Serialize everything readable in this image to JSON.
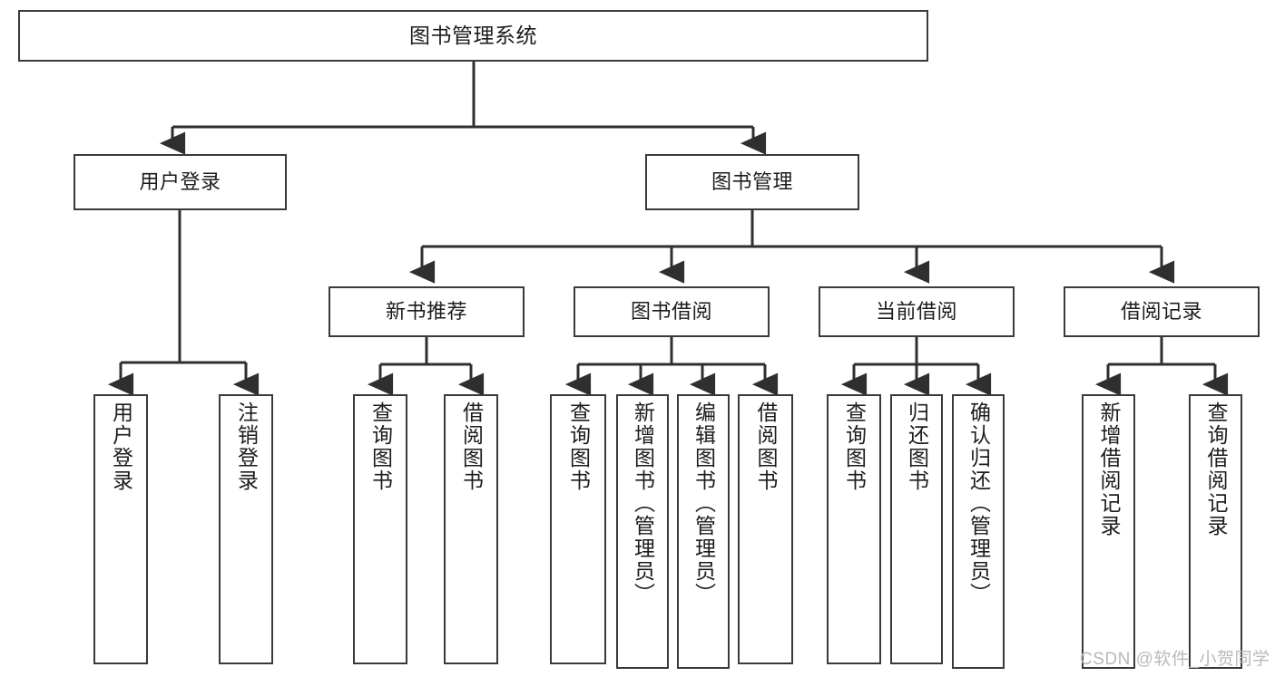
{
  "diagram": {
    "type": "tree-hierarchy-chart",
    "title": "图书管理系统",
    "orientation": "top-down",
    "colors": {
      "box_border": "#3a3a3a",
      "box_fill": "#ffffff",
      "connector": "#2f2f2f",
      "text": "#1c1c1c",
      "watermark": "#b9b9b9",
      "background": "#ffffff"
    },
    "nodes": {
      "root": {
        "id": "root",
        "label": "图书管理系统",
        "level": 0,
        "text_direction": "horizontal"
      },
      "level2": [
        {
          "id": "user-login",
          "label": "用户登录",
          "level": 1,
          "text_direction": "horizontal"
        },
        {
          "id": "book-management",
          "label": "图书管理",
          "level": 1,
          "text_direction": "horizontal"
        }
      ],
      "level3": [
        {
          "id": "new-book-recommend",
          "label": "新书推荐",
          "level": 2,
          "parent": "book-management",
          "text_direction": "horizontal"
        },
        {
          "id": "book-borrow",
          "label": "图书借阅",
          "level": 2,
          "parent": "book-management",
          "text_direction": "horizontal"
        },
        {
          "id": "current-borrow",
          "label": "当前借阅",
          "level": 2,
          "parent": "book-management",
          "text_direction": "horizontal"
        },
        {
          "id": "borrow-record",
          "label": "借阅记录",
          "level": 2,
          "parent": "book-management",
          "text_direction": "horizontal"
        }
      ],
      "leaves": [
        {
          "id": "leaf-user-login",
          "label": "用户登录",
          "parent": "user-login",
          "text_direction": "vertical"
        },
        {
          "id": "leaf-logout-login",
          "label": "注销登录",
          "parent": "user-login",
          "text_direction": "vertical"
        },
        {
          "id": "leaf-query-book-1",
          "label": "查询图书",
          "parent": "new-book-recommend",
          "text_direction": "vertical"
        },
        {
          "id": "leaf-borrow-book-1",
          "label": "借阅图书",
          "parent": "new-book-recommend",
          "text_direction": "vertical"
        },
        {
          "id": "leaf-query-book-2",
          "label": "查询图书",
          "parent": "book-borrow",
          "text_direction": "vertical"
        },
        {
          "id": "leaf-add-book-admin",
          "label": "新增图书（管理员）",
          "parent": "book-borrow",
          "text_direction": "vertical"
        },
        {
          "id": "leaf-edit-book-admin",
          "label": "编辑图书（管理员）",
          "parent": "book-borrow",
          "text_direction": "vertical"
        },
        {
          "id": "leaf-borrow-book-2",
          "label": "借阅图书",
          "parent": "book-borrow",
          "text_direction": "vertical"
        },
        {
          "id": "leaf-query-book-3",
          "label": "查询图书",
          "parent": "current-borrow",
          "text_direction": "vertical"
        },
        {
          "id": "leaf-return-book",
          "label": "归还图书",
          "parent": "current-borrow",
          "text_direction": "vertical"
        },
        {
          "id": "leaf-confirm-return-admin",
          "label": "确认归还（管理员）",
          "parent": "current-borrow",
          "text_direction": "vertical"
        },
        {
          "id": "leaf-add-borrow-record",
          "label": "新增借阅记录",
          "parent": "borrow-record",
          "text_direction": "vertical"
        },
        {
          "id": "leaf-query-borrow-record",
          "label": "查询借阅记录",
          "parent": "borrow-record",
          "text_direction": "vertical"
        }
      ]
    }
  },
  "watermark": {
    "text": "CSDN @软件_小贺同学"
  }
}
